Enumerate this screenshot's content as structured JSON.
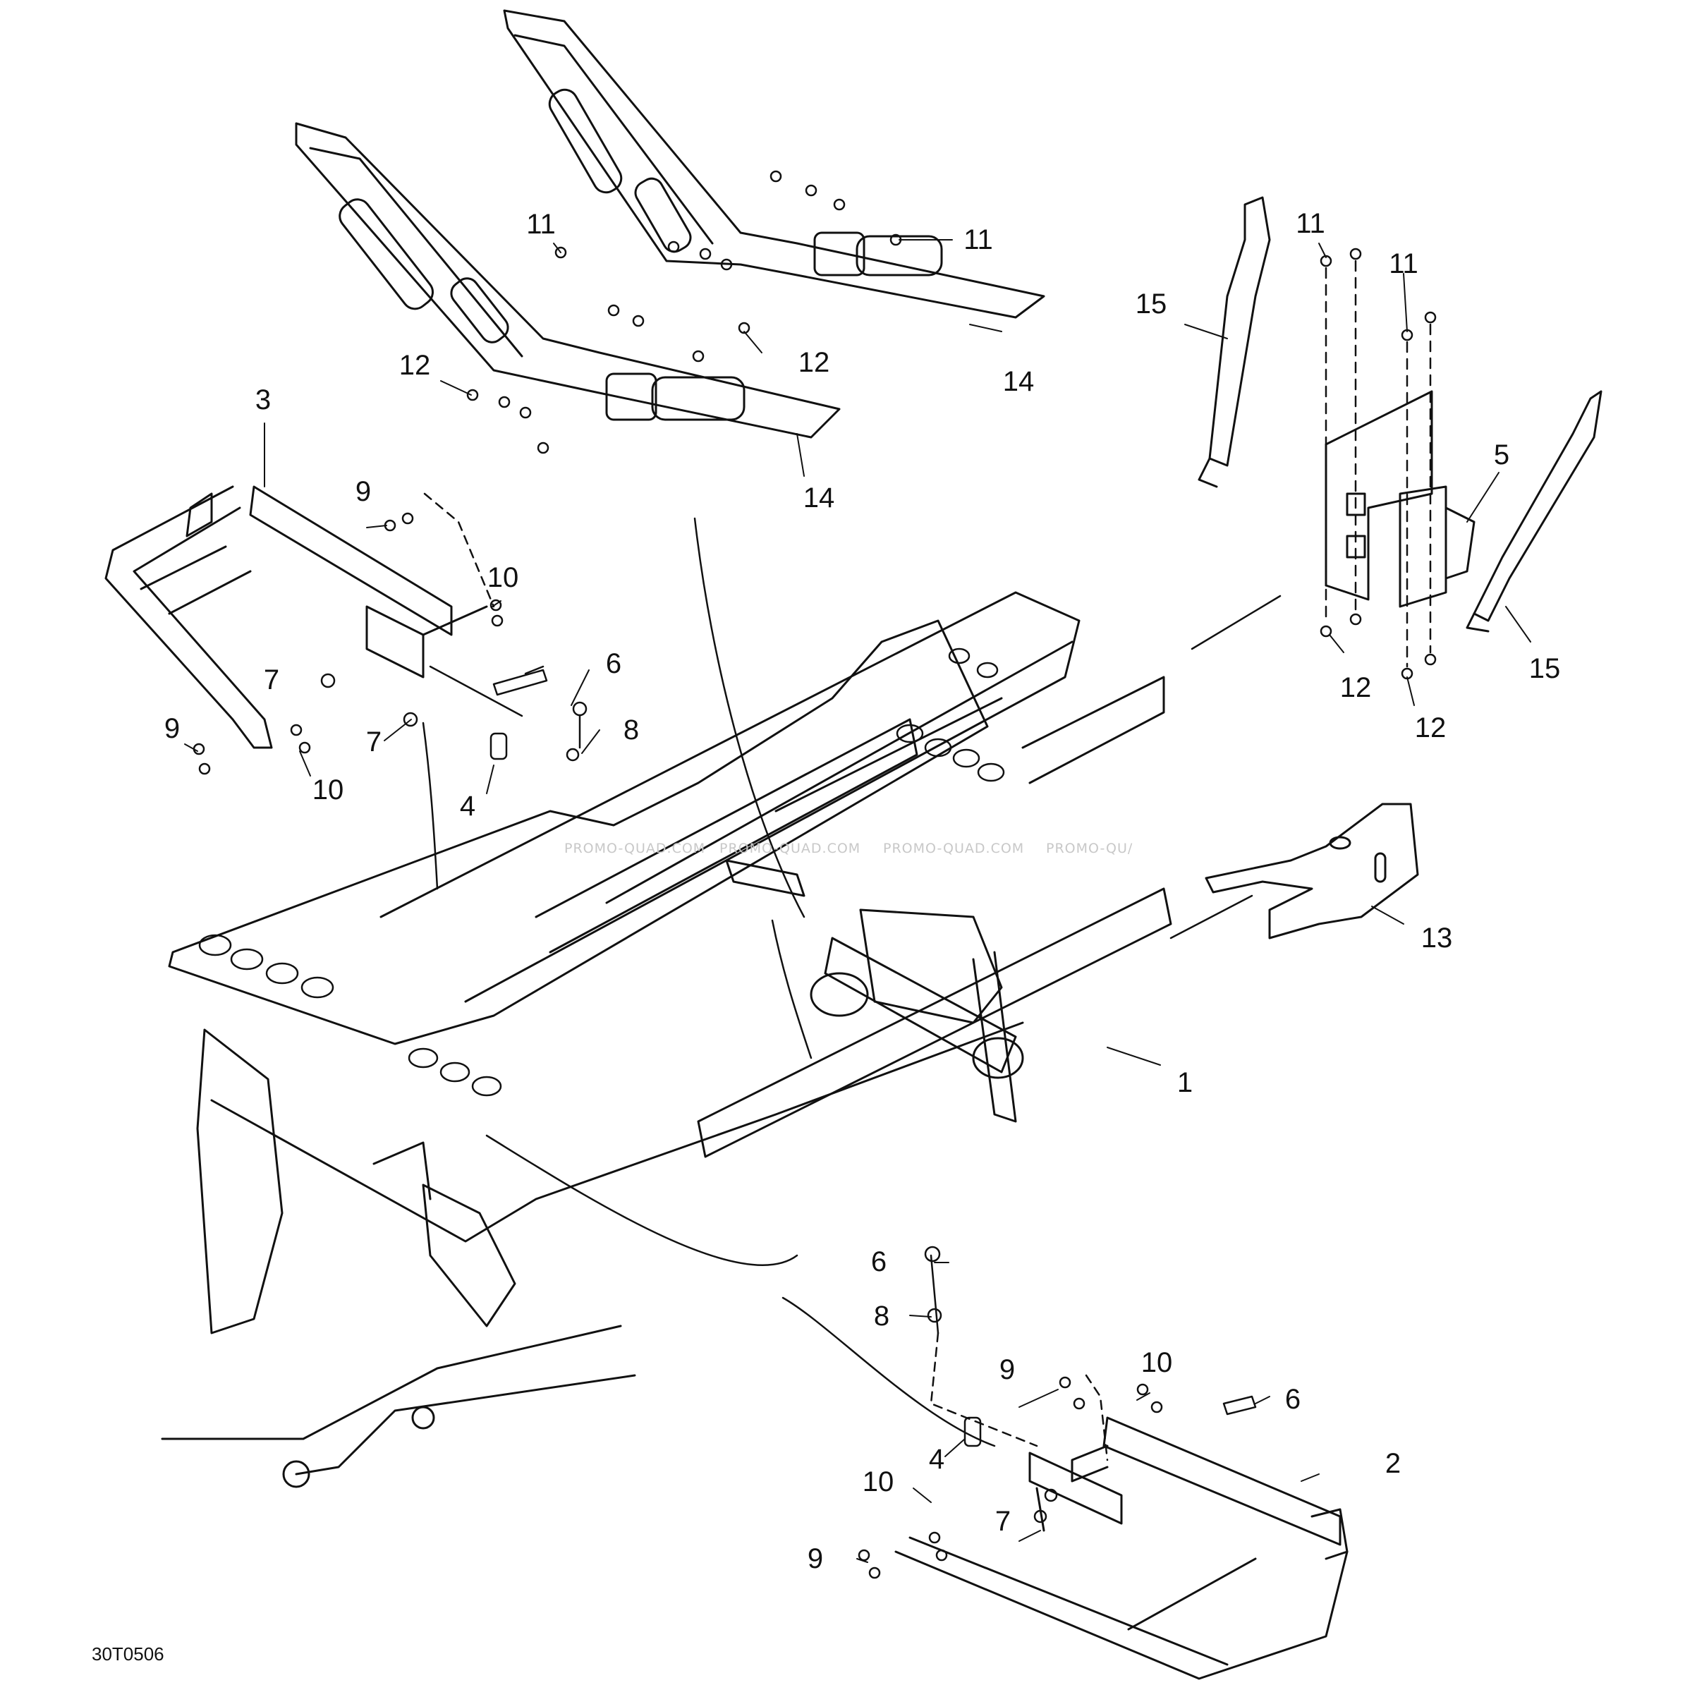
{
  "drawing_code": "30T0506",
  "watermark": {
    "text_full": "PROMO-QUAD.COM",
    "text_partial": "PROMO-QU/"
  },
  "callouts": {
    "c1": "1",
    "c2": "2",
    "c3": "3",
    "c4a": "4",
    "c4b": "4",
    "c5": "5",
    "c6a": "6",
    "c6b": "6",
    "c6c": "6",
    "c7a": "7",
    "c7b": "7",
    "c7c": "7",
    "c8a": "8",
    "c8b": "8",
    "c9a": "9",
    "c9b": "9",
    "c9c": "9",
    "c9d": "9",
    "c10a": "10",
    "c10b": "10",
    "c10c": "10",
    "c10d": "10",
    "c11a": "11",
    "c11b": "11",
    "c11c": "11",
    "c11d": "11",
    "c12a": "12",
    "c12b": "12",
    "c12c": "12",
    "c12d": "12",
    "c13": "13",
    "c14a": "14",
    "c14b": "14",
    "c15a": "15",
    "c15b": "15"
  },
  "colors": {
    "ink": "#111111",
    "watermark": "#c8c8c8"
  }
}
